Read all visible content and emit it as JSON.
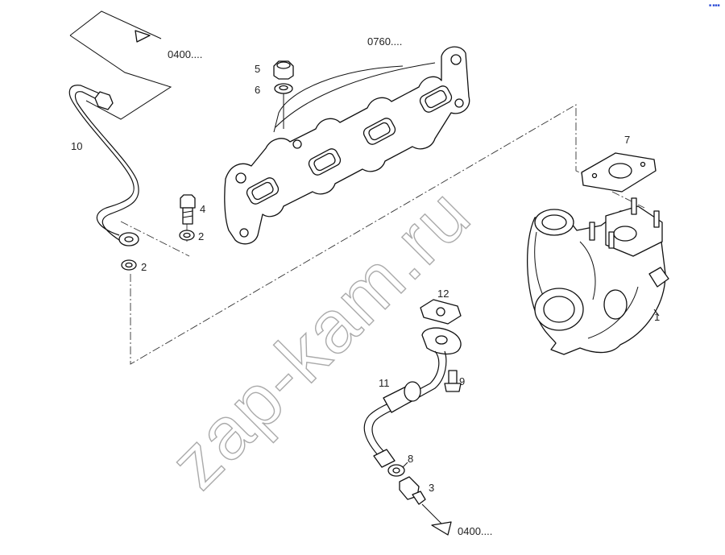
{
  "diagram": {
    "references": {
      "ref_top": "0400....",
      "ref_manifold": "0760....",
      "ref_bottom": "0400...."
    },
    "callouts": [
      {
        "id": "p1",
        "label": "1"
      },
      {
        "id": "p2a",
        "label": "2"
      },
      {
        "id": "p2b",
        "label": "2"
      },
      {
        "id": "p3",
        "label": "3"
      },
      {
        "id": "p4",
        "label": "4"
      },
      {
        "id": "p5",
        "label": "5"
      },
      {
        "id": "p6",
        "label": "6"
      },
      {
        "id": "p7",
        "label": "7"
      },
      {
        "id": "p8",
        "label": "8"
      },
      {
        "id": "p9",
        "label": "9"
      },
      {
        "id": "p10",
        "label": "10"
      },
      {
        "id": "p11",
        "label": "11"
      },
      {
        "id": "p12",
        "label": "12"
      }
    ],
    "watermark": "zap-kam.ru",
    "corner_mark": "■ ■■■"
  }
}
